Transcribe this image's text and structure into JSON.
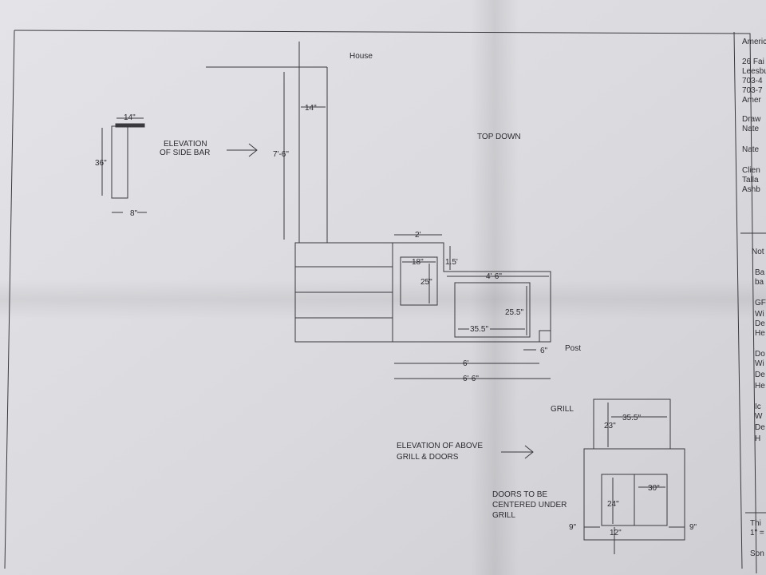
{
  "colors": {
    "paper": "#dedee2",
    "paper_shadow": "#c4c4c8",
    "ink": "#3a3a3e",
    "background": "#c9c9cb"
  },
  "labels": {
    "house": "House",
    "top_down": "TOP DOWN",
    "elev_side_1": "ELEVATION",
    "elev_side_2": "OF SIDE BAR",
    "grill": "GRILL",
    "elev_grill_1": "ELEVATION OF ABOVE",
    "elev_grill_2": "GRILL & DOORS",
    "doors_1": "DOORS TO BE",
    "doors_2": "CENTERED UNDER",
    "doors_3": "GRILL",
    "post": "Post"
  },
  "dimensions": {
    "side_width": "14\"",
    "side_height": "36\"",
    "side_depth": "8\"",
    "bar_width": "14\"",
    "bar_length": "7'-6\"",
    "counter_width": "2'",
    "counter_depth": "1.5'",
    "sink_w": "18\"",
    "sink_h": "25\"",
    "grill_run": "4'-6\"",
    "grill_cut_h": "25.5\"",
    "grill_cut_w": "35.5\"",
    "post": "6\"",
    "total_6": "6'",
    "total_66": "6'-6\"",
    "grill_el_w": "35.5\"",
    "grill_el_h": "23\"",
    "door_h": "24\"",
    "door_w": "30\"",
    "left_gap": "9\"",
    "right_gap": "9\"",
    "door_bottom": "12\""
  },
  "title_block": {
    "lines": [
      "Americ",
      "26 Fai",
      "Leesbu",
      "703-4",
      "703-7",
      "Amer",
      "Draw",
      "Nate",
      "Nate",
      "Clien",
      "Talla",
      "Ashb"
    ]
  },
  "notes_block": {
    "heading": "Not",
    "lines": [
      "Ba",
      "ba",
      "GF",
      "Wi",
      "De",
      "He",
      "Do",
      "Wi",
      "De",
      "He",
      "Ic",
      "W",
      "De",
      "H"
    ]
  },
  "scale_block": {
    "lines": [
      "Thi",
      "1\" ="
    ]
  },
  "footer": {
    "text": "Son"
  }
}
